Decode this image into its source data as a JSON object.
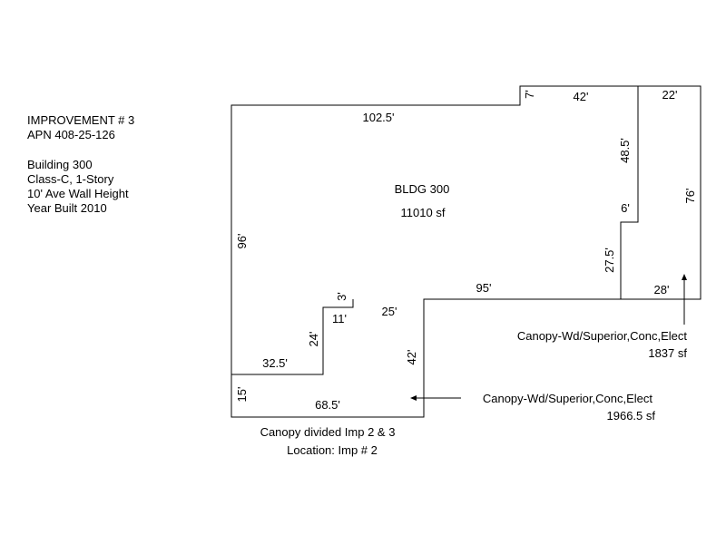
{
  "info": {
    "line1": "IMPROVEMENT # 3",
    "line2": "APN 408-25-126",
    "line3": "Building 300",
    "line4": "Class-C, 1-Story",
    "line5": "10' Ave Wall Height",
    "line6": "Year Built 2010"
  },
  "building": {
    "label": "BLDG 300",
    "area": "11010 sf"
  },
  "dims": {
    "d_102_5": "102.5'",
    "d_7": "7'",
    "d_42": "42'",
    "d_22": "22'",
    "d_48_5": "48.5'",
    "d_76": "76'",
    "d_6": "6'",
    "d_27_5": "27.5'",
    "d_96": "96'",
    "d_95": "95'",
    "d_28": "28'",
    "d_3": "3'",
    "d_25": "25'",
    "d_11": "11'",
    "d_24": "24'",
    "d_42b": "42'",
    "d_32_5": "32.5'",
    "d_15": "15'",
    "d_68_5": "68.5'"
  },
  "canopy_right": {
    "label": "Canopy-Wd/Superior,Conc,Elect",
    "area": "1837 sf"
  },
  "canopy_bottom": {
    "label": "Canopy-Wd/Superior,Conc,Elect",
    "area": "1966.5 sf"
  },
  "note": {
    "line1": "Canopy divided Imp 2 & 3",
    "line2": "Location: Imp # 2"
  }
}
